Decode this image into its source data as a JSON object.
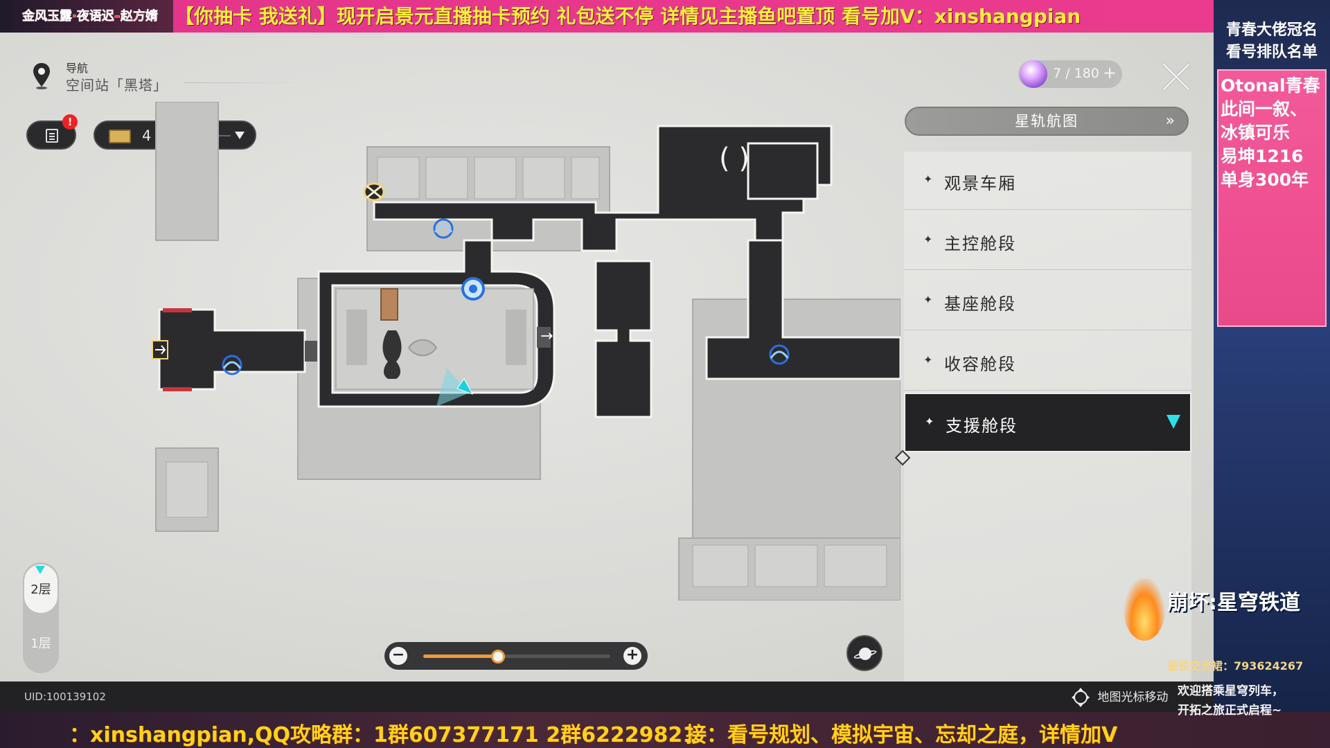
{
  "overlay": {
    "top_left_tag": "金风玉露·夜语迟–赵方婧",
    "top_marquee": "【你抽卡 我送礼】现开启景元直播抽卡预约 礼包送不停   详情见主播鱼吧置顶   看号加V：xinshangpian",
    "right_header_1": "青春大佬冠名",
    "right_header_2": "看号排队名单",
    "right_names": [
      "Otonal青春",
      "此间一叙、",
      "冰镇可乐",
      "易坤1216",
      "单身300年"
    ],
    "ticker_left": "：xinshangpian,QQ攻略群：1群607377171 2群62229821",
    "ticker_right": "接：看号规划、模拟宇宙、忘却之庭，详情加V",
    "logo_title": "崩坏:星穹铁道",
    "logo_qq": "星铁交流裙：793624267",
    "logo_welcome_1": "欢迎搭乘星穹列车，",
    "logo_welcome_2": "开拓之旅正式启程~"
  },
  "nav": {
    "title": "导航",
    "place": "空间站「黑塔」"
  },
  "chest": {
    "count": "4 / 7"
  },
  "alert": "!",
  "currency": {
    "value": "7 / 180",
    "plus": "+"
  },
  "star_rail": {
    "label": "星轨航图",
    "chevron": "»"
  },
  "zones": [
    {
      "label": "观景车厢",
      "active": false
    },
    {
      "label": "主控舱段",
      "active": false
    },
    {
      "label": "基座舱段",
      "active": false
    },
    {
      "label": "收容舱段",
      "active": false
    },
    {
      "label": "支援舱段",
      "active": true
    }
  ],
  "floors": {
    "floor2": "2层",
    "floor1": "1层"
  },
  "zoom": {
    "minus": "−",
    "plus": "+",
    "level": 0.4
  },
  "footer": {
    "uid": "UID:100139102",
    "cursor_hint": "地图光标移动"
  },
  "colors": {
    "accent_cyan": "#2ee0e6",
    "zoom_orange": "#f09a3a",
    "banner_pink": "#ec3c8f",
    "ticker_yellow": "#ffd21a"
  }
}
